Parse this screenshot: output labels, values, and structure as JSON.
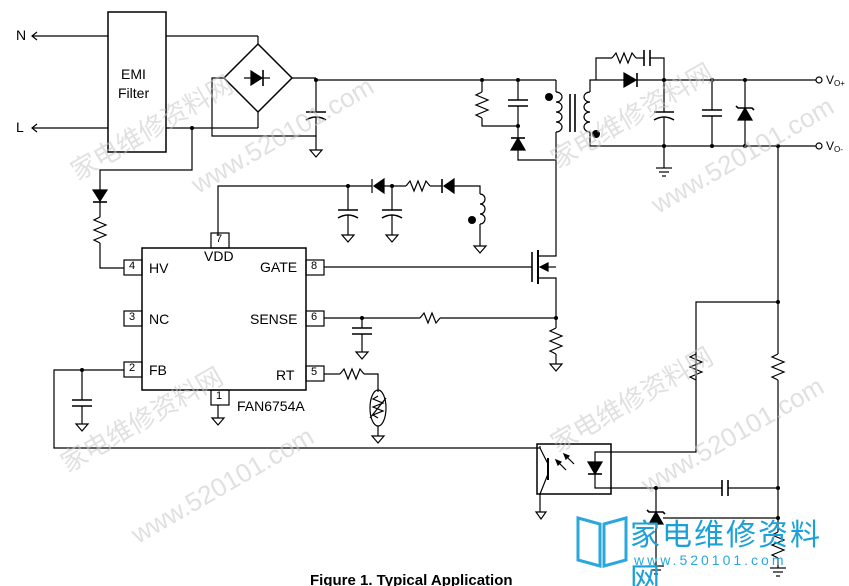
{
  "title": "Typical Application",
  "caption": "Figure 1.   Typical Application",
  "terminals": {
    "n": "N",
    "l": "L",
    "vout_pos": "V",
    "vout_pos_sub": "O+",
    "vout_neg": "V",
    "vout_neg_sub": "O-"
  },
  "emi_filter": {
    "line1": "EMI",
    "line2": "Filter"
  },
  "ic": {
    "part": "FAN6754A",
    "pins": [
      {
        "num": "4",
        "name": "HV"
      },
      {
        "num": "3",
        "name": "NC"
      },
      {
        "num": "2",
        "name": "FB"
      },
      {
        "num": "7",
        "name": "VDD"
      },
      {
        "num": "8",
        "name": "GATE"
      },
      {
        "num": "6",
        "name": "SENSE"
      },
      {
        "num": "5",
        "name": "RT"
      },
      {
        "num": "1",
        "name": ""
      }
    ]
  },
  "watermark": {
    "cn": "家电维修资料网",
    "site": "www.520101.com"
  },
  "logo": {
    "text": "家电维修资料网",
    "url": "www.520101.com"
  }
}
